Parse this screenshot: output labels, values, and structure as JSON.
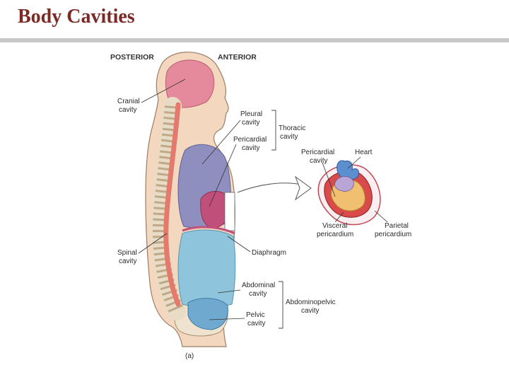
{
  "slide": {
    "title": "Body Cavities"
  },
  "orientation": {
    "posterior": "POSTERIOR",
    "anterior": "ANTERIOR"
  },
  "labels": {
    "cranial": [
      "Cranial",
      "cavity"
    ],
    "spinal": [
      "Spinal",
      "cavity"
    ],
    "pleural": [
      "Pleural",
      "cavity"
    ],
    "pericardial": [
      "Pericardial",
      "cavity"
    ],
    "thoracic": [
      "Thoracic",
      "cavity"
    ],
    "diaphragm": "Diaphragm",
    "abdominal": [
      "Abdominal",
      "cavity"
    ],
    "pelvic": [
      "Pelvic",
      "cavity"
    ],
    "abdominopelvic": [
      "Abdominopelvic",
      "cavity"
    ],
    "heart_pericardial": [
      "Pericardial",
      "cavity"
    ],
    "heart": "Heart",
    "visceral": [
      "Visceral",
      "pericardium"
    ],
    "parietal": [
      "Parietal",
      "pericardium"
    ]
  },
  "panel_label": "(a)",
  "colors": {
    "title": "#7b2a26",
    "skin": "#f3d8bf",
    "cranial": "#e58a9c",
    "spinal": "#e57a6c",
    "thoracic": "#8f8fbf",
    "pericardial": "#c0507a",
    "abdominal": "#8ec5dc",
    "pelvic": "#6fa9cf"
  }
}
